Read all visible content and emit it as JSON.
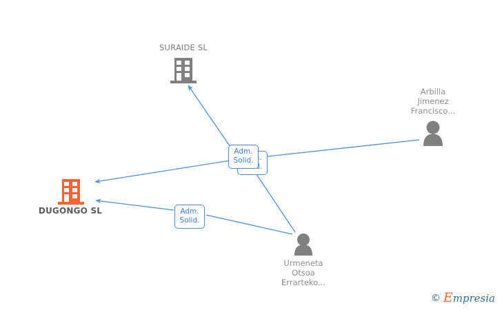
{
  "diagram": {
    "type": "relationship-graph",
    "background": "#ffffff",
    "accent_line_color": "#4a8fd8",
    "company_gray": "#808080",
    "company_orange": "#f96232",
    "person_gray": "#808080",
    "nodes": [
      {
        "id": "suraide",
        "kind": "company",
        "label": "SURAIDE SL",
        "icon": "building-icon",
        "color": "#808080",
        "label_position": "above"
      },
      {
        "id": "dugongo",
        "kind": "company",
        "label": "DUGONGO SL",
        "icon": "building-icon",
        "color": "#f96232",
        "label_position": "below"
      },
      {
        "id": "arbilla",
        "kind": "person",
        "label": "Arbilla Jimenez Francisco...",
        "label_lines": [
          "Arbilla",
          "Jimenez",
          "Francisco..."
        ],
        "icon": "person-icon",
        "color": "#808080",
        "label_position": "above"
      },
      {
        "id": "urmeneta",
        "kind": "person",
        "label": "Urmeneta Otsoa Errarteko...",
        "label_lines": [
          "Urmeneta",
          "Otsoa",
          "Errarteko..."
        ],
        "icon": "person-icon",
        "color": "#808080",
        "label_position": "below"
      }
    ],
    "relation_tags": [
      {
        "id": "tag-back",
        "line1": "Adm.",
        "line2": "Solid."
      },
      {
        "id": "tag-front",
        "line1": "Adm.",
        "line2": "Solid."
      },
      {
        "id": "tag-left",
        "line1": "Adm.",
        "line2": "Solid."
      }
    ],
    "edges": [
      {
        "from": "arbilla",
        "to": "suraide",
        "arrow": true,
        "label": "Adm. Solid."
      },
      {
        "from": "arbilla",
        "to": "dugongo",
        "arrow": true,
        "label": "Adm. Solid."
      },
      {
        "from": "urmeneta",
        "to": "dugongo",
        "arrow": true,
        "label": "Adm. Solid."
      }
    ]
  },
  "watermark": {
    "copyright": "©",
    "brand_initial": "E",
    "brand_rest": "mpresia"
  }
}
